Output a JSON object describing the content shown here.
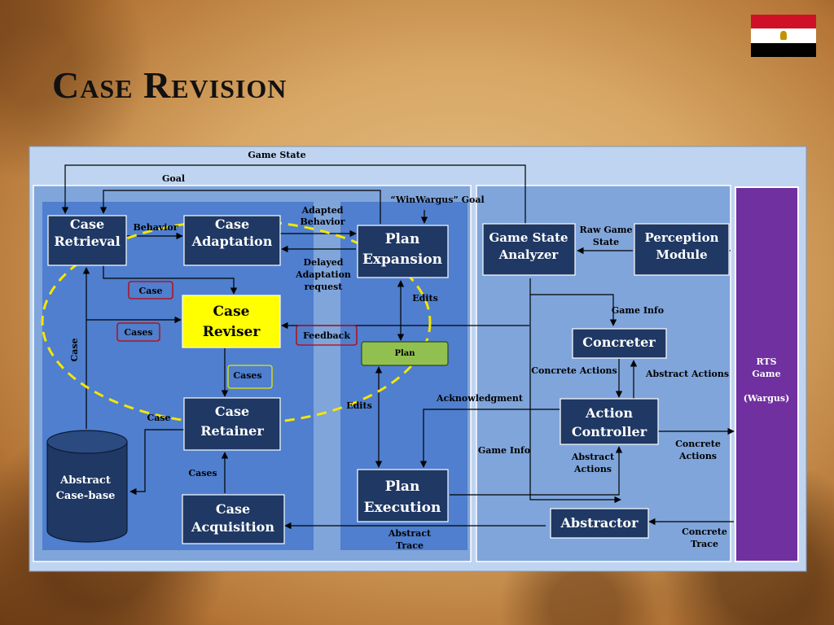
{
  "slide": {
    "title": "Case Revision"
  },
  "colors": {
    "outer": "#bfd4f0",
    "panel": "#7fa5db",
    "inner": "#4f7fce",
    "node": "#1f3864",
    "reviser": "#ffff00",
    "plan": "#92c050",
    "rts": "#7030a0",
    "arrow": "#000000",
    "ellipse": "#f5e600"
  },
  "nodes": {
    "case_retrieval": "Case|Retrieval",
    "case_adaptation": "Case|Adaptation",
    "case_reviser": "Case|Reviser",
    "case_retainer": "Case|Retainer",
    "case_acquisition": "Case|Acquisition",
    "abstract_casebase": "Abstract|Case-base",
    "plan_expansion": "Plan|Expansion",
    "plan": "Plan",
    "plan_execution": "Plan|Execution",
    "game_state_analyzer": "Game State|Analyzer",
    "perception_module": "Perception|Module",
    "concreter": "Concreter",
    "action_controller": "Action|Controller",
    "abstractor": "Abstractor",
    "rts_game": "RTS|Game||(Wargus)"
  },
  "labels": {
    "game_state": "Game State",
    "goal": "Goal",
    "winwargus_goal": "“WinWargus” Goal",
    "behavior": "Behavior",
    "adapted_behavior": "Adapted|Behavior",
    "delayed_adaptation_request": "Delayed|Adaptation|request",
    "case_box": "Case",
    "cases_box_left": "Cases",
    "feedback": "Feedback",
    "edits_top": "Edits",
    "cases_box_mid": "Cases",
    "case_vertical": "Case",
    "case_retainer_in": "Case",
    "cases_acq": "Cases",
    "edits_bottom": "Edits",
    "acknowledgment": "Acknowledgment",
    "abstract_trace": "Abstract|Trace",
    "raw_game_state": "Raw Game|State",
    "game_info_top": "Game Info",
    "concrete_actions_left": "Concrete Actions",
    "abstract_actions_right": "Abstract Actions",
    "game_info_mid": "Game Info",
    "abstract_actions_low": "Abstract|Actions",
    "concrete_actions_right": "Concrete|Actions",
    "concrete_trace": "Concrete|Trace"
  }
}
